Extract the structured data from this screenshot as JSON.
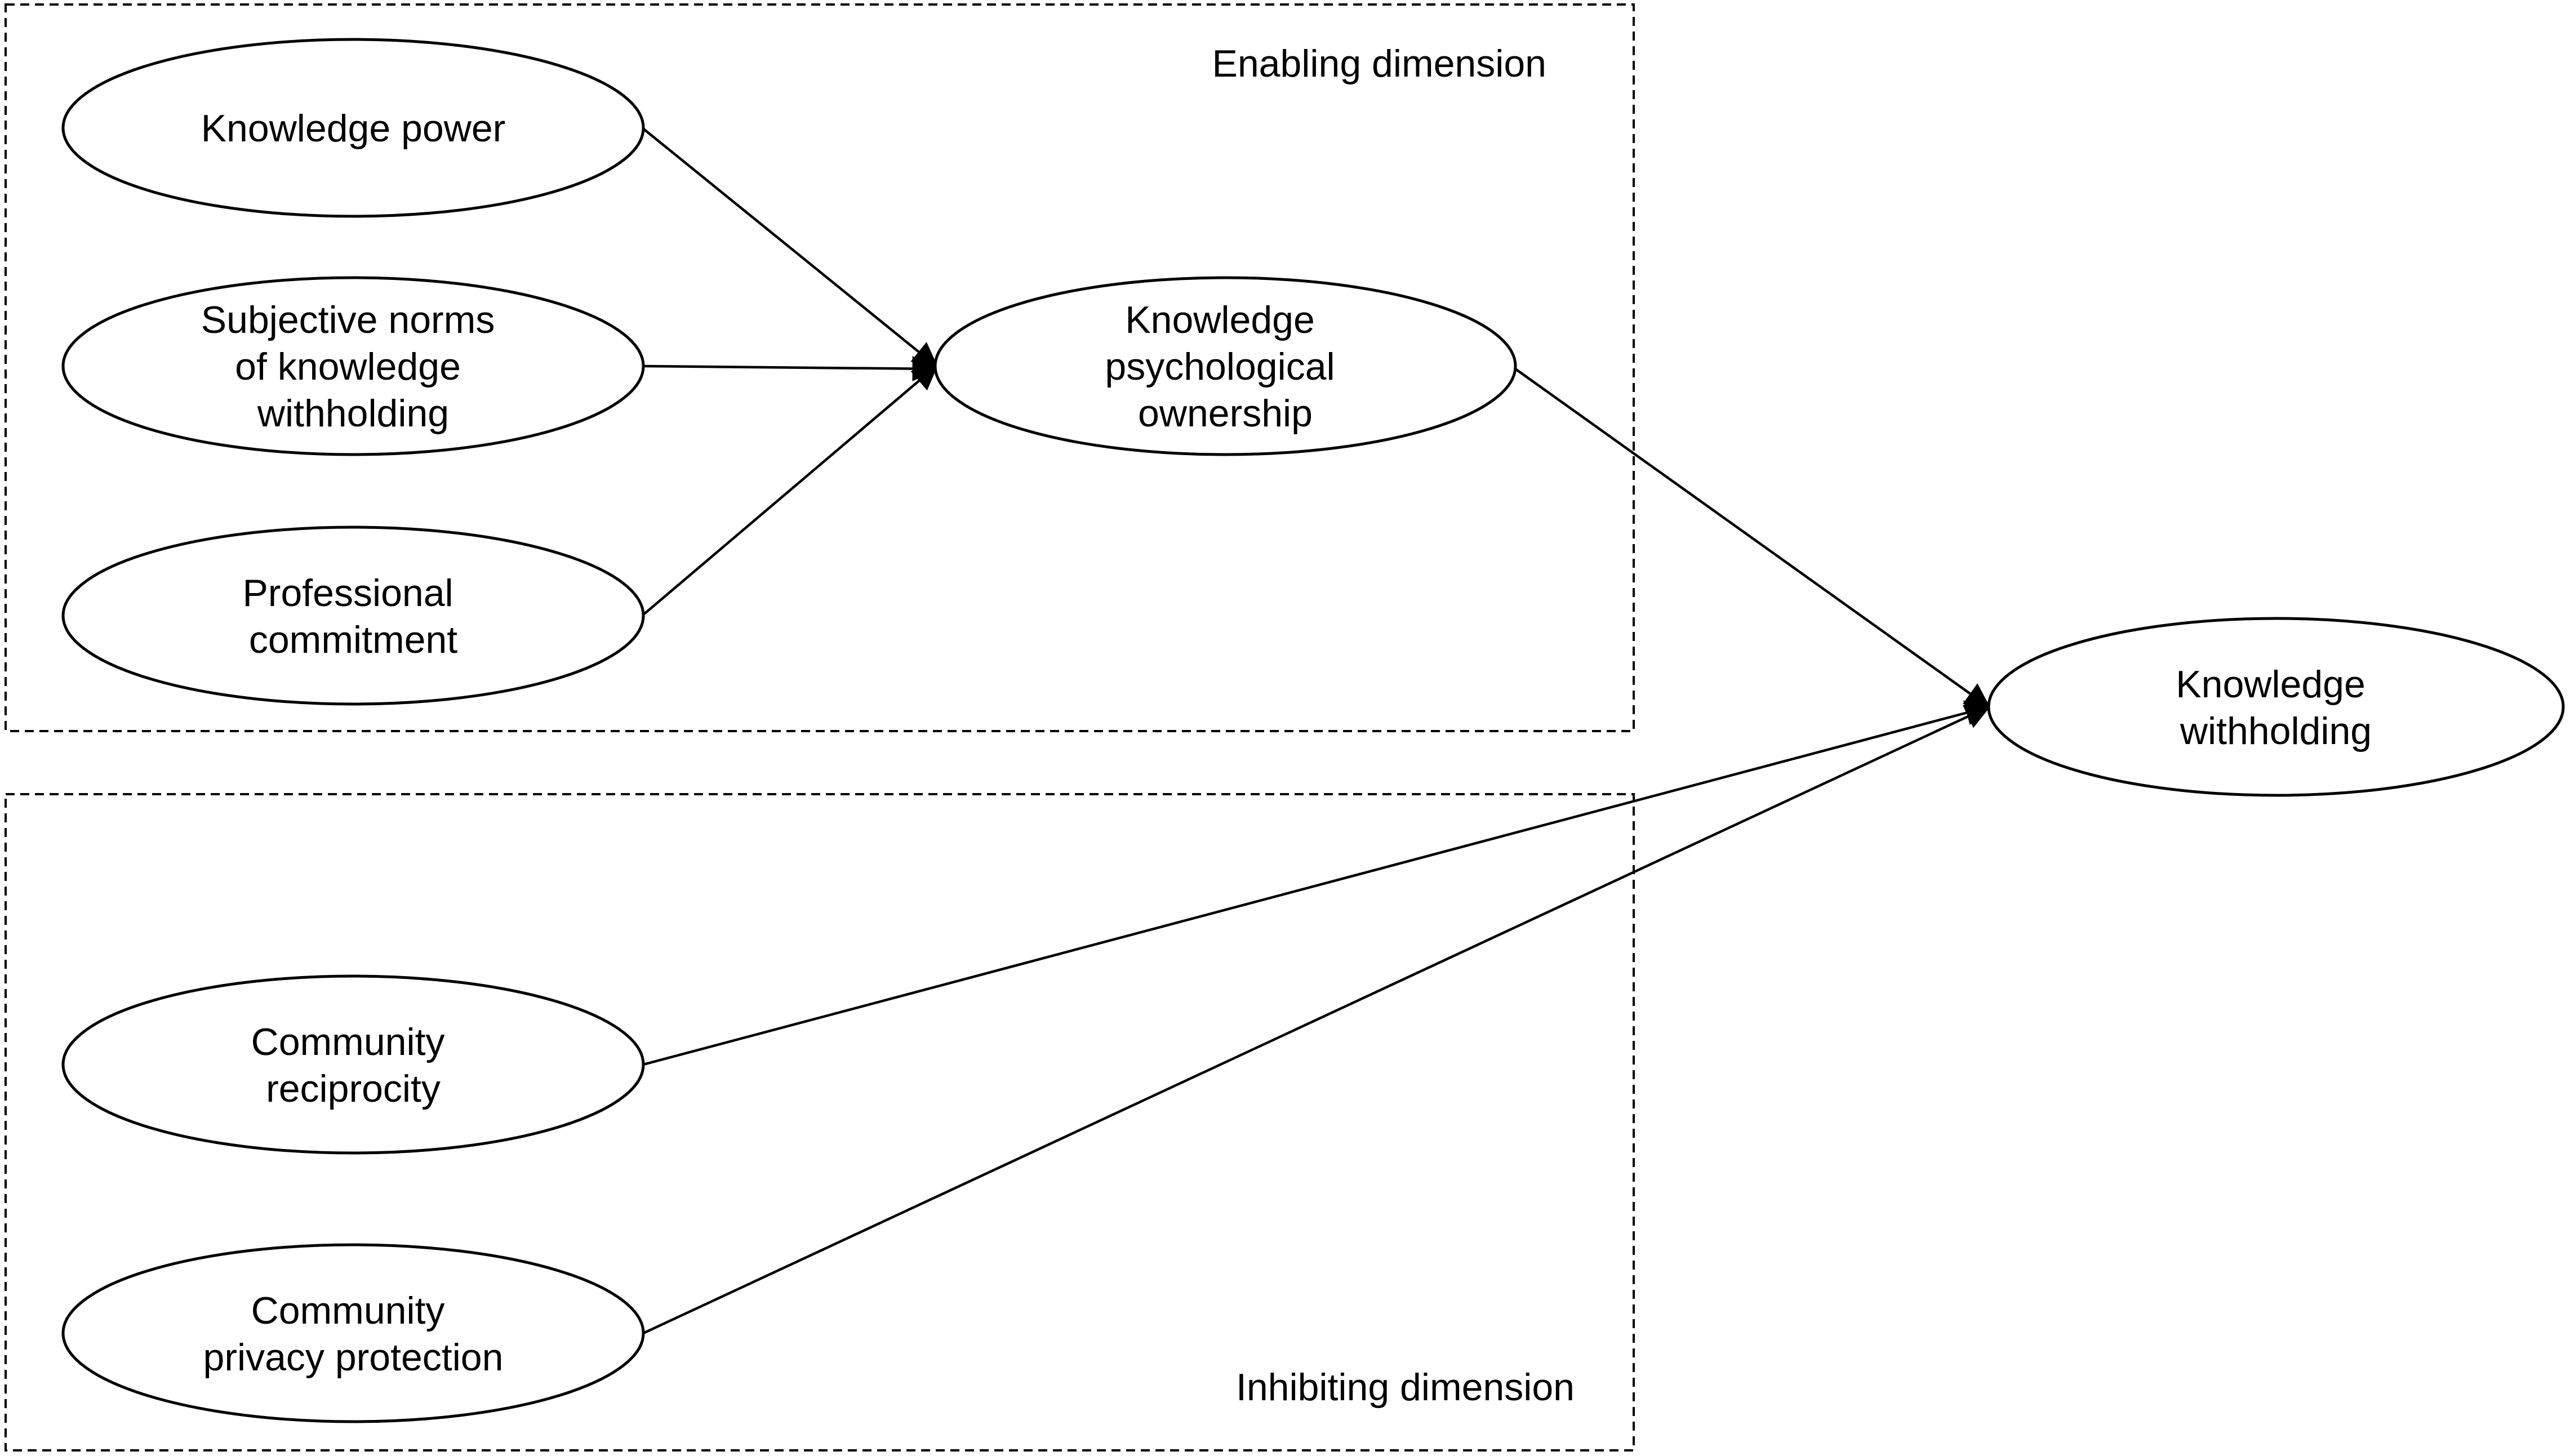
{
  "groups": {
    "enabling": {
      "label": "Enabling dimension"
    },
    "inhibiting": {
      "label": "Inhibiting dimension"
    }
  },
  "nodes": {
    "knowledge_power": {
      "lines": [
        "Knowledge power"
      ]
    },
    "subjective_norms": {
      "lines": [
        "Subjective norms",
        "of knowledge",
        "withholding"
      ]
    },
    "professional_commitment": {
      "lines": [
        "Professional",
        "commitment"
      ]
    },
    "psychological_ownership": {
      "lines": [
        "Knowledge",
        "psychological",
        "ownership"
      ]
    },
    "knowledge_withholding": {
      "lines": [
        "Knowledge",
        "withholding"
      ]
    },
    "community_reciprocity": {
      "lines": [
        "Community",
        "reciprocity"
      ]
    },
    "privacy_protection": {
      "lines": [
        "Community",
        "privacy protection"
      ]
    }
  },
  "edges": [
    {
      "from": "knowledge_power",
      "to": "psychological_ownership"
    },
    {
      "from": "subjective_norms",
      "to": "psychological_ownership"
    },
    {
      "from": "professional_commitment",
      "to": "psychological_ownership"
    },
    {
      "from": "psychological_ownership",
      "to": "knowledge_withholding"
    },
    {
      "from": "community_reciprocity",
      "to": "knowledge_withholding"
    },
    {
      "from": "privacy_protection",
      "to": "knowledge_withholding"
    }
  ],
  "colors": {
    "stroke": "#000000",
    "background": "#ffffff"
  }
}
